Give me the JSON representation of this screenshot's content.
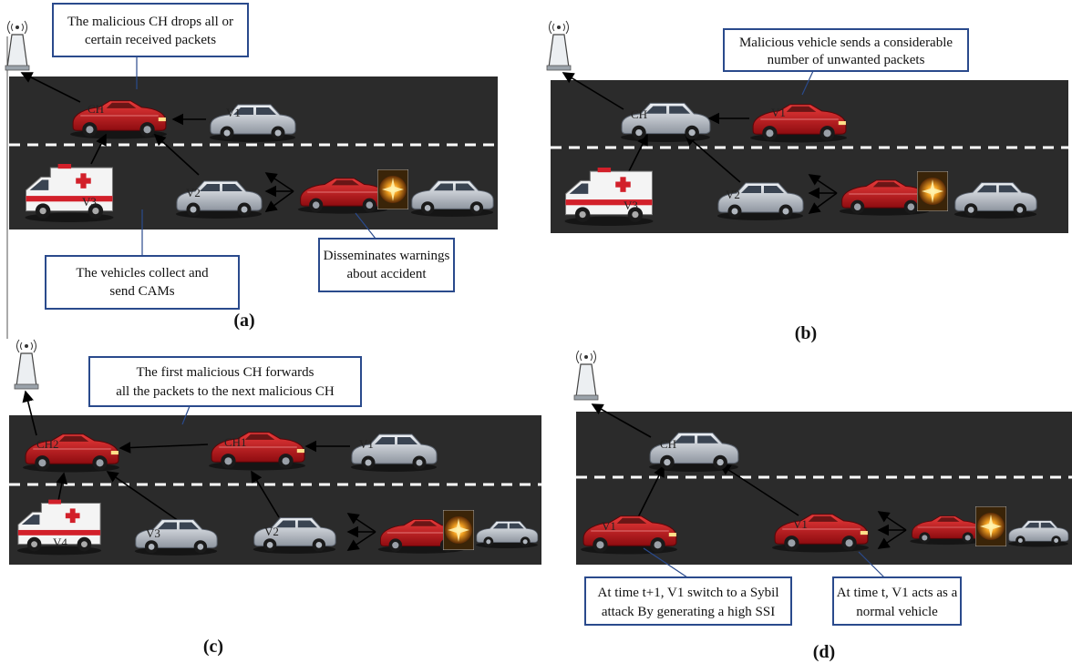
{
  "colors": {
    "road": "#2b2b2b",
    "lane": "#ffffff",
    "red_car": "#c8141c",
    "silver_car": "#c9ced6",
    "callout_border": "#2a4a8c",
    "ambulance_stripe": "#d2202a"
  },
  "panels": {
    "a": {
      "label": "(a)",
      "callouts": [
        {
          "lines": [
            "The malicious CH drops all or",
            "certain received packets"
          ]
        },
        {
          "lines": [
            "The vehicles collect and",
            "send CAMs"
          ]
        },
        {
          "lines": [
            "Disseminates warnings",
            "about accident"
          ]
        }
      ],
      "vehicles": {
        "ch": "CH",
        "v1": "V1",
        "v2": "V2",
        "v3": "V3"
      }
    },
    "b": {
      "label": "(b)",
      "callouts": [
        {
          "lines": [
            "Malicious vehicle sends a considerable",
            "number of unwanted packets"
          ]
        }
      ],
      "vehicles": {
        "ch": "CH",
        "v1": "V1",
        "v2": "V2",
        "v3": "V3"
      }
    },
    "c": {
      "label": "(c)",
      "callouts": [
        {
          "lines": [
            "The first malicious CH forwards",
            "all the packets to the next malicious CH"
          ]
        }
      ],
      "vehicles": {
        "ch2": "CH2",
        "ch1": "CH1",
        "v1": "V1",
        "v2": "V2",
        "v3": "V3",
        "v4": "V4"
      }
    },
    "d": {
      "label": "(d)",
      "callouts": [
        {
          "lines": [
            "At time t+1, V1 switch to a Sybil",
            "attack By generating a high SSI"
          ]
        },
        {
          "lines": [
            "At time t, V1 acts as a",
            "normal vehicle"
          ]
        }
      ],
      "vehicles": {
        "ch": "CH",
        "v1_sybil": "V1",
        "v1_normal": "V1"
      }
    }
  }
}
